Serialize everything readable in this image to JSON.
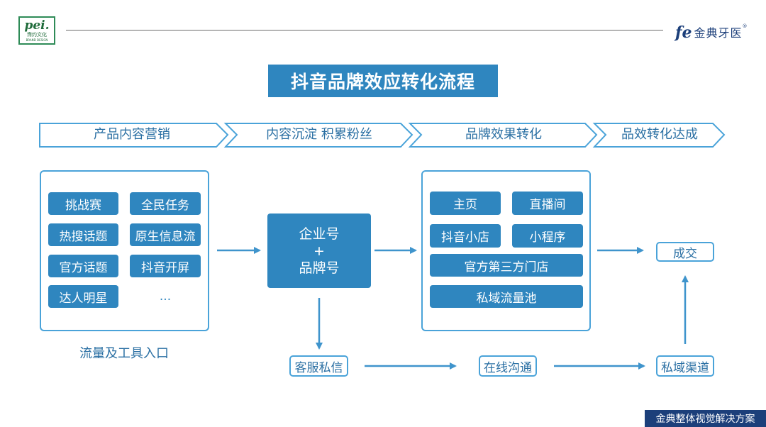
{
  "header": {
    "logo_text": "pei.",
    "logo_sub": "霈约文化",
    "logo_tiny": "BRAND DESIGN",
    "brand_mark": "fe",
    "brand_name": "金典牙医",
    "brand_reg": "®"
  },
  "title": "抖音品牌效应转化流程",
  "stages": [
    "产品内容营销",
    "内容沉淀 积累粉丝",
    "品牌效果转化",
    "品效转化达成"
  ],
  "left_panel": {
    "items": [
      "挑战赛",
      "全民任务",
      "热搜话题",
      "原生信息流",
      "官方话题",
      "抖音开屏",
      "达人明星",
      "..."
    ],
    "caption": "流量及工具入口"
  },
  "center_box": {
    "line1": "企业号",
    "plus": "+",
    "line2": "品牌号"
  },
  "right_panel": {
    "items": [
      "主页",
      "直播间",
      "抖音小店",
      "小程序",
      "官方第三方门店",
      "私域流量池"
    ]
  },
  "result": "成交",
  "bottom_flow": [
    "客服私信",
    "在线沟通",
    "私域渠道"
  ],
  "footer": "金典整体视觉解决方案",
  "colors": {
    "primary": "#2f86bf",
    "accent_light": "#4aa3d9",
    "navy": "#1c3f7a"
  }
}
